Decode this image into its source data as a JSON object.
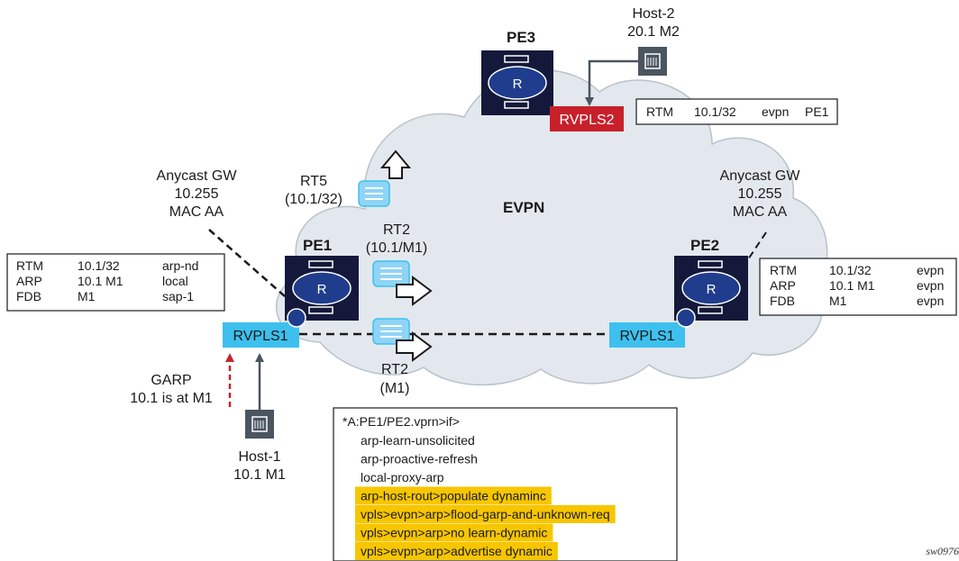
{
  "colors": {
    "router_bg": "#14183a",
    "router_disk": "#1f3d8c",
    "rvpls_blue": "#3ec0ee",
    "rvpls_red": "#c8202a",
    "cloud_fill": "#e3e8ee",
    "cloud_stroke": "#b9c2cc",
    "highlight": "#f7c600",
    "route_icon": "#8fd4f5",
    "garp_arrow": "#c0282e",
    "host_line": "#4a5560"
  },
  "cloud": {
    "label": "EVPN"
  },
  "routers": {
    "pe1": {
      "name": "PE1",
      "glyph": "R",
      "rvpls": "RVPLS1"
    },
    "pe2": {
      "name": "PE2",
      "glyph": "R",
      "rvpls": "RVPLS1"
    },
    "pe3": {
      "name": "PE3",
      "glyph": "R",
      "rvpls": "RVPLS2"
    }
  },
  "hosts": {
    "host1": {
      "line1": "Host-1",
      "line2": "10.1 M1"
    },
    "host2": {
      "line1": "Host-2",
      "line2": "20.1 M2"
    }
  },
  "gateways": {
    "left": {
      "line1": "Anycast GW",
      "line2": "10.255",
      "line3": "MAC AA"
    },
    "right": {
      "line1": "Anycast GW",
      "line2": "10.255",
      "line3": "MAC AA"
    }
  },
  "routes": {
    "rt5": {
      "line1": "RT5",
      "line2": "(10.1/32)"
    },
    "rt2_top": {
      "line1": "RT2",
      "line2": "(10.1/M1)"
    },
    "rt2_bottom": {
      "line1": "RT2",
      "line2": "(M1)"
    }
  },
  "garp": {
    "line1": "GARP",
    "line2": "10.1 is at M1"
  },
  "tables": {
    "pe1": {
      "rows": [
        [
          "RTM",
          "10.1/32",
          "arp-nd"
        ],
        [
          "ARP",
          "10.1 M1",
          "local"
        ],
        [
          "FDB",
          "M1",
          "sap-1"
        ]
      ]
    },
    "pe2": {
      "rows": [
        [
          "RTM",
          "10.1/32",
          "evpn"
        ],
        [
          "ARP",
          "10.1 M1",
          "evpn"
        ],
        [
          "FDB",
          "M1",
          "evpn"
        ]
      ]
    },
    "pe3": {
      "rows": [
        [
          "RTM",
          "10.1/32",
          "evpn",
          "PE1"
        ]
      ]
    }
  },
  "config": {
    "prompt": "*A:PE1/PE2.vprn>if>",
    "lines": [
      {
        "text": "arp-learn-unsolicited",
        "highlight": false
      },
      {
        "text": "arp-proactive-refresh",
        "highlight": false
      },
      {
        "text": "local-proxy-arp",
        "highlight": false
      },
      {
        "text": "arp-host-rout>populate dynaminc",
        "highlight": true
      },
      {
        "text": "vpls>evpn>arp>flood-garp-and-unknown-req",
        "highlight": true
      },
      {
        "text": "vpls>evpn>arp>no learn-dynamic",
        "highlight": true
      },
      {
        "text": "vpls>evpn>arp>advertise dynamic",
        "highlight": true
      }
    ]
  },
  "watermark": "sw0976"
}
